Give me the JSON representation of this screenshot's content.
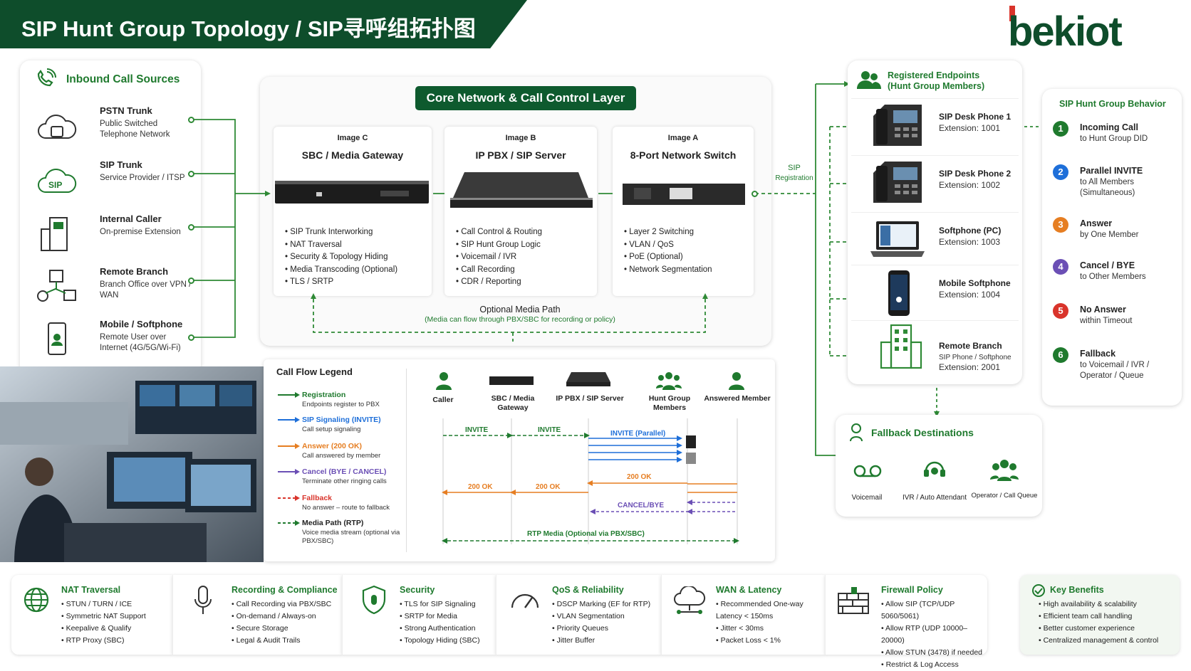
{
  "title": "SIP Hunt Group Topology / SIP寻呼组拓扑图",
  "brand": "bekiot",
  "colors": {
    "dark_green": "#0e4d2b",
    "green": "#1f7a2e",
    "blue": "#1e6fd9",
    "orange": "#e67e22",
    "purple": "#6b4fb5",
    "red": "#d9342b"
  },
  "sources": {
    "heading": "Inbound Call Sources",
    "items": [
      {
        "title": "PSTN Trunk",
        "desc": "Public Switched Telephone Network",
        "icon": "cloud-phone-icon"
      },
      {
        "title": "SIP Trunk",
        "desc": "Service Provider / ITSP",
        "icon": "sip-cloud-icon"
      },
      {
        "title": "Internal Caller",
        "desc": "On-premise Extension",
        "icon": "building-icon"
      },
      {
        "title": "Remote Branch",
        "desc": "Branch Office over VPN / WAN",
        "icon": "branch-network-icon"
      },
      {
        "title": "Mobile / Softphone",
        "desc": "Remote User over Internet (4G/5G/Wi-Fi)",
        "icon": "mobile-icon"
      }
    ]
  },
  "core": {
    "title": "Core Network & Call Control Layer",
    "devices": [
      {
        "label": "Image C",
        "name": "SBC / Media Gateway",
        "bullets": [
          "SIP Trunk Interworking",
          "NAT Traversal",
          "Security & Topology Hiding",
          "Media Transcoding (Optional)",
          "TLS / SRTP"
        ]
      },
      {
        "label": "Image B",
        "name": "IP PBX / SIP Server",
        "bullets": [
          "Call Control & Routing",
          "SIP Hunt Group Logic",
          "Voicemail / IVR",
          "Call Recording",
          "CDR / Reporting"
        ]
      },
      {
        "label": "Image A",
        "name": "8-Port Network Switch",
        "bullets": [
          "Layer 2 Switching",
          "VLAN / QoS",
          "PoE (Optional)",
          "Network Segmentation"
        ]
      }
    ],
    "media_path_title": "Optional Media Path",
    "media_path_desc": "(Media can flow through PBX/SBC for recording or policy)",
    "sip_reg_1": "SIP",
    "sip_reg_2": "Registration"
  },
  "endpoints": {
    "heading_1": "Registered Endpoints",
    "heading_2": "(Hunt Group Members)",
    "items": [
      {
        "title": "SIP Desk Phone 1",
        "desc": "Extension: 1001"
      },
      {
        "title": "SIP Desk Phone 2",
        "desc": "Extension: 1002"
      },
      {
        "title": "Softphone (PC)",
        "desc": "Extension: 1003"
      },
      {
        "title": "Mobile Softphone",
        "desc": "Extension: 1004"
      },
      {
        "title": "Remote Branch",
        "desc": "SIP Phone / Softphone",
        "desc2": "Extension: 2001"
      }
    ]
  },
  "behavior": {
    "heading": "SIP Hunt Group Behavior",
    "steps": [
      {
        "n": "1",
        "title": "Incoming Call",
        "desc": "to Hunt Group DID",
        "color": "#1f7a2e"
      },
      {
        "n": "2",
        "title": "Parallel INVITE",
        "desc": "to All Members\n(Simultaneous)",
        "color": "#1e6fd9"
      },
      {
        "n": "3",
        "title": "Answer",
        "desc": "by One Member",
        "color": "#e67e22"
      },
      {
        "n": "4",
        "title": "Cancel / BYE",
        "desc": "to Other Members",
        "color": "#6b4fb5"
      },
      {
        "n": "5",
        "title": "No Answer",
        "desc": "within Timeout",
        "color": "#d9342b"
      },
      {
        "n": "6",
        "title": "Fallback",
        "desc": "to Voicemail / IVR /\nOperator / Queue",
        "color": "#1f7a2e"
      }
    ]
  },
  "fallback": {
    "heading": "Fallback Destinations",
    "items": [
      "Voicemail",
      "IVR / Auto Attendant",
      "Operator / Call Queue"
    ]
  },
  "legend": {
    "heading": "Call Flow Legend",
    "items": [
      {
        "title": "Registration",
        "desc": "Endpoints register to PBX",
        "color": "#1f7a2e"
      },
      {
        "title": "SIP Signaling (INVITE)",
        "desc": "Call setup signaling",
        "color": "#1e6fd9"
      },
      {
        "title": "Answer (200 OK)",
        "desc": "Call answered by member",
        "color": "#e67e22"
      },
      {
        "title": "Cancel (BYE / CANCEL)",
        "desc": "Terminate other ringing calls",
        "color": "#6b4fb5"
      },
      {
        "title": "Fallback",
        "desc": "No answer – route to fallback",
        "color": "#d9342b"
      },
      {
        "title": "Media Path (RTP)",
        "desc": "Voice media stream (optional via PBX/SBC)",
        "color": "#1f7a2e"
      }
    ]
  },
  "sequence": {
    "actors": [
      "Caller",
      "SBC / Media Gateway",
      "IP PBX / SIP Server",
      "Hunt Group Members",
      "Answered Member"
    ],
    "invite": "INVITE",
    "invite_parallel": "INVITE (Parallel)",
    "ok": "200 OK",
    "cancel": "CANCEL/BYE",
    "rtp": "RTP Media (Optional via PBX/SBC)"
  },
  "bottom": [
    {
      "title": "NAT Traversal",
      "items": [
        "STUN / TURN / ICE",
        "Symmetric NAT Support",
        "Keepalive & Qualify",
        "RTP Proxy (SBC)"
      ]
    },
    {
      "title": "Recording & Compliance",
      "items": [
        "Call Recording via PBX/SBC",
        "On-demand / Always-on",
        "Secure Storage",
        "Legal & Audit Trails"
      ]
    },
    {
      "title": "Security",
      "items": [
        "TLS for SIP Signaling",
        "SRTP for Media",
        "Strong Authentication",
        "Topology Hiding (SBC)"
      ]
    },
    {
      "title": "QoS & Reliability",
      "items": [
        "DSCP Marking (EF for RTP)",
        "VLAN Segmentation",
        "Priority Queues",
        "Jitter Buffer"
      ]
    },
    {
      "title": "WAN & Latency",
      "items": [
        "Recommended One-way Latency < 150ms",
        "Jitter < 30ms",
        "Packet Loss < 1%"
      ]
    },
    {
      "title": "Firewall Policy",
      "items": [
        "Allow SIP (TCP/UDP 5060/5061)",
        "Allow RTP (UDP 10000–20000)",
        "Allow STUN (3478) if needed",
        "Restrict & Log Access"
      ]
    },
    {
      "title": "Key Benefits",
      "items": [
        "High availability & scalability",
        "Efficient team call handling",
        "Better customer experience",
        "Centralized management & control"
      ]
    }
  ]
}
